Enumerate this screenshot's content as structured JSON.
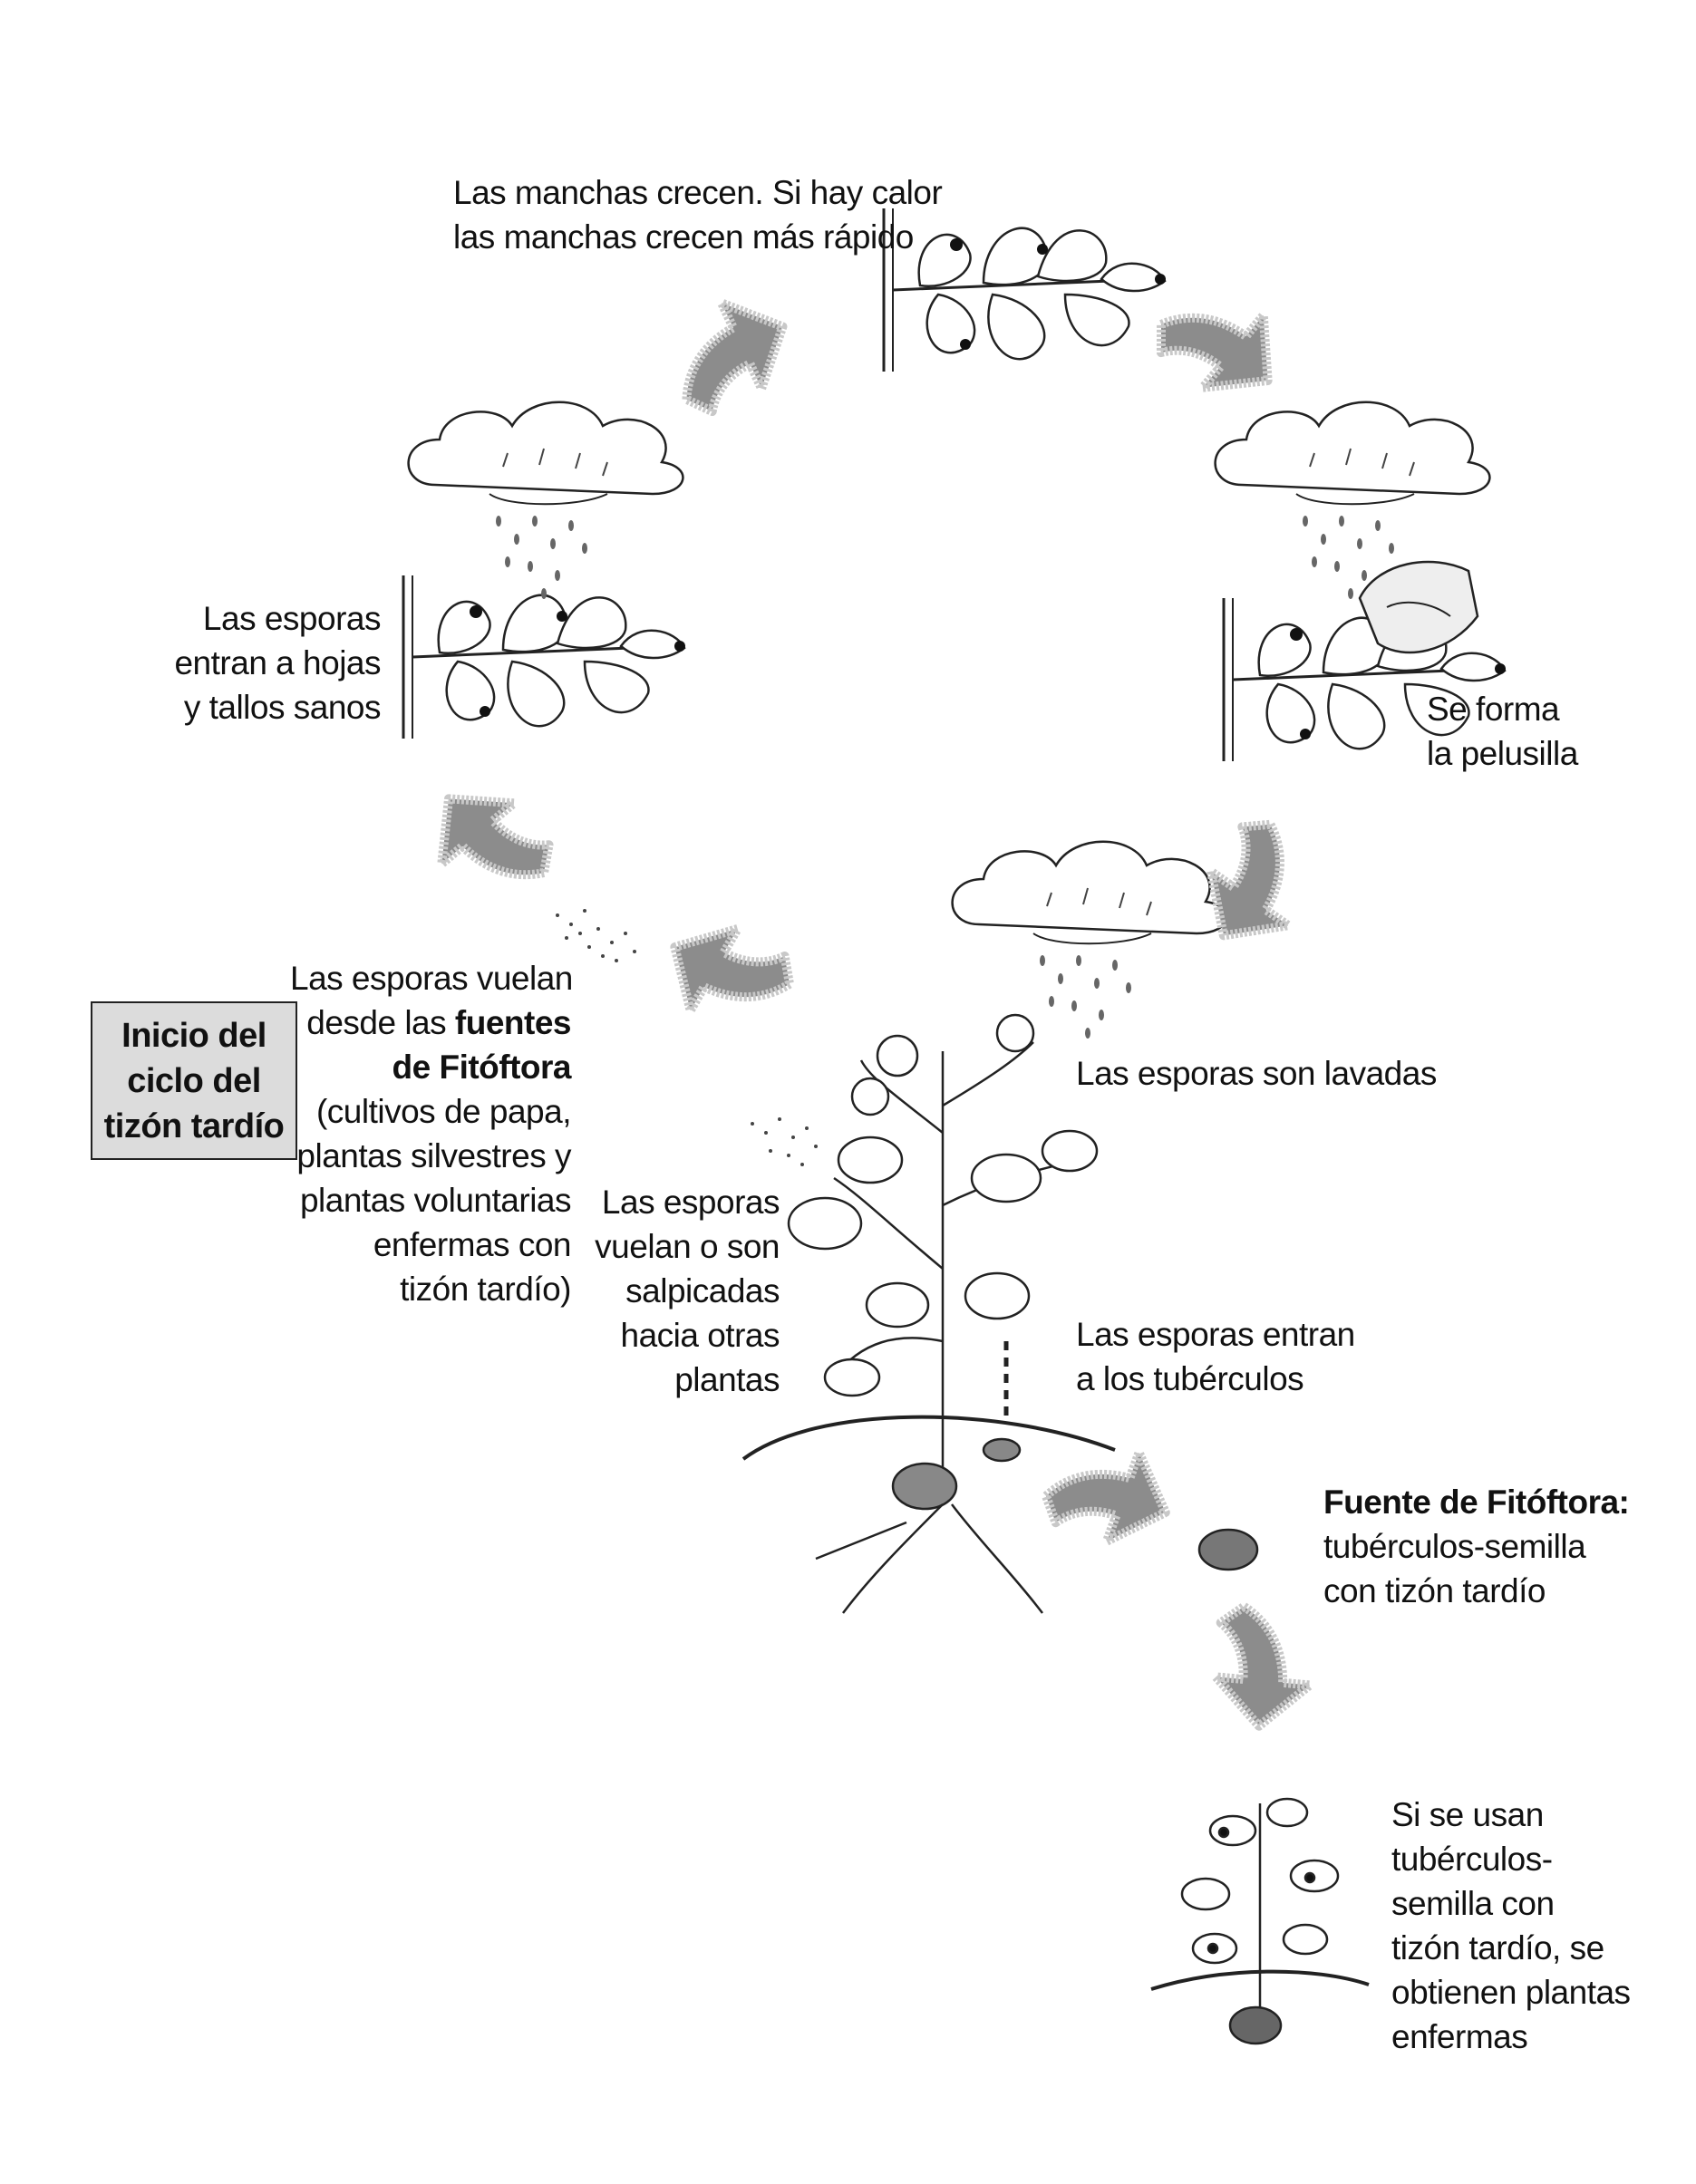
{
  "start": {
    "lines": [
      "Inicio del",
      "ciclo del",
      "tizón tardío"
    ]
  },
  "labels": {
    "spots_grow": [
      "Las manchas crecen. Si hay calor",
      "las manchas crecen más rápido"
    ],
    "spores_enter_leaves": [
      "Las esporas",
      "entran a hojas",
      "y tallos sanos"
    ],
    "fuzz_forms": [
      "Se forma",
      "la pelusilla"
    ],
    "spores_fly_from": {
      "l1": "Las esporas vuelan",
      "l2a": "desde las ",
      "l2b": "fuentes",
      "l3": "de Fitóftora",
      "l4": "(cultivos de papa,",
      "l5": "plantas silvestres y",
      "l6": "plantas voluntarias",
      "l7": "enfermas con",
      "l8": "tizón tardío)"
    },
    "spores_washed": [
      "Las esporas son lavadas"
    ],
    "spores_splashed": [
      "Las esporas",
      "vuelan o son",
      "salpicadas",
      "hacia otras",
      "plantas"
    ],
    "spores_enter_tubers": [
      "Las esporas entran",
      "a los tubérculos"
    ],
    "seed_source": {
      "title": "Fuente de Fitóftora:",
      "lines": [
        "tubérculos-semilla",
        "con tizón tardío"
      ]
    },
    "sick_plants": [
      "Si se usan",
      "tubérculos-",
      "semilla con",
      "tizón tardío, se",
      "obtienen plantas",
      "enfermas"
    ]
  },
  "colors": {
    "arrow_fill": "#8c8c8c",
    "arrow_border": "#c8c8c8",
    "box_fill": "#dcdcdc",
    "ink": "#111111"
  }
}
